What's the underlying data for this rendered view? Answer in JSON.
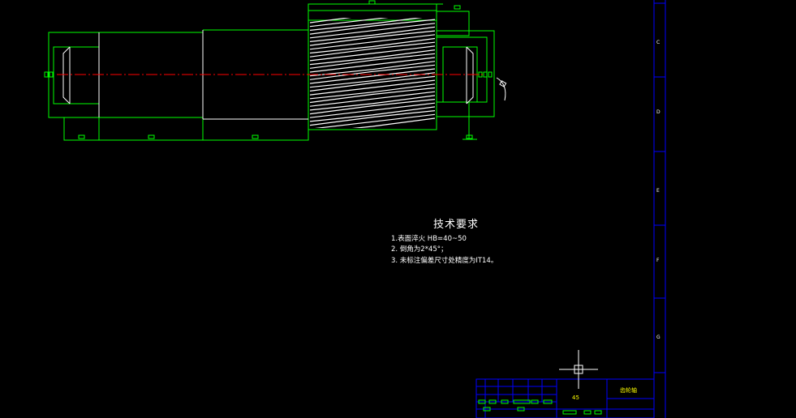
{
  "drawing": {
    "background": "#000000",
    "colors": {
      "outline": "#00ff00",
      "frame": "#0000ff",
      "centerline": "#ff0000",
      "text": "#ffffff",
      "titleblock_text": "#ffff00",
      "dimension_ext": "#ff00ff"
    }
  },
  "technical_requirements": {
    "title": "技术要求",
    "items": [
      "1.表面淬火 HB=40~50",
      "2. 倒角为2*45°；",
      "3. 未标注偏差尺寸处精度为IT14。"
    ]
  },
  "frame": {
    "zone_labels": [
      "C",
      "D",
      "E",
      "F",
      "G"
    ]
  },
  "title_block": {
    "material": "45",
    "part_name": "齿轮轴"
  },
  "cursor": {
    "type": "crosshair"
  }
}
